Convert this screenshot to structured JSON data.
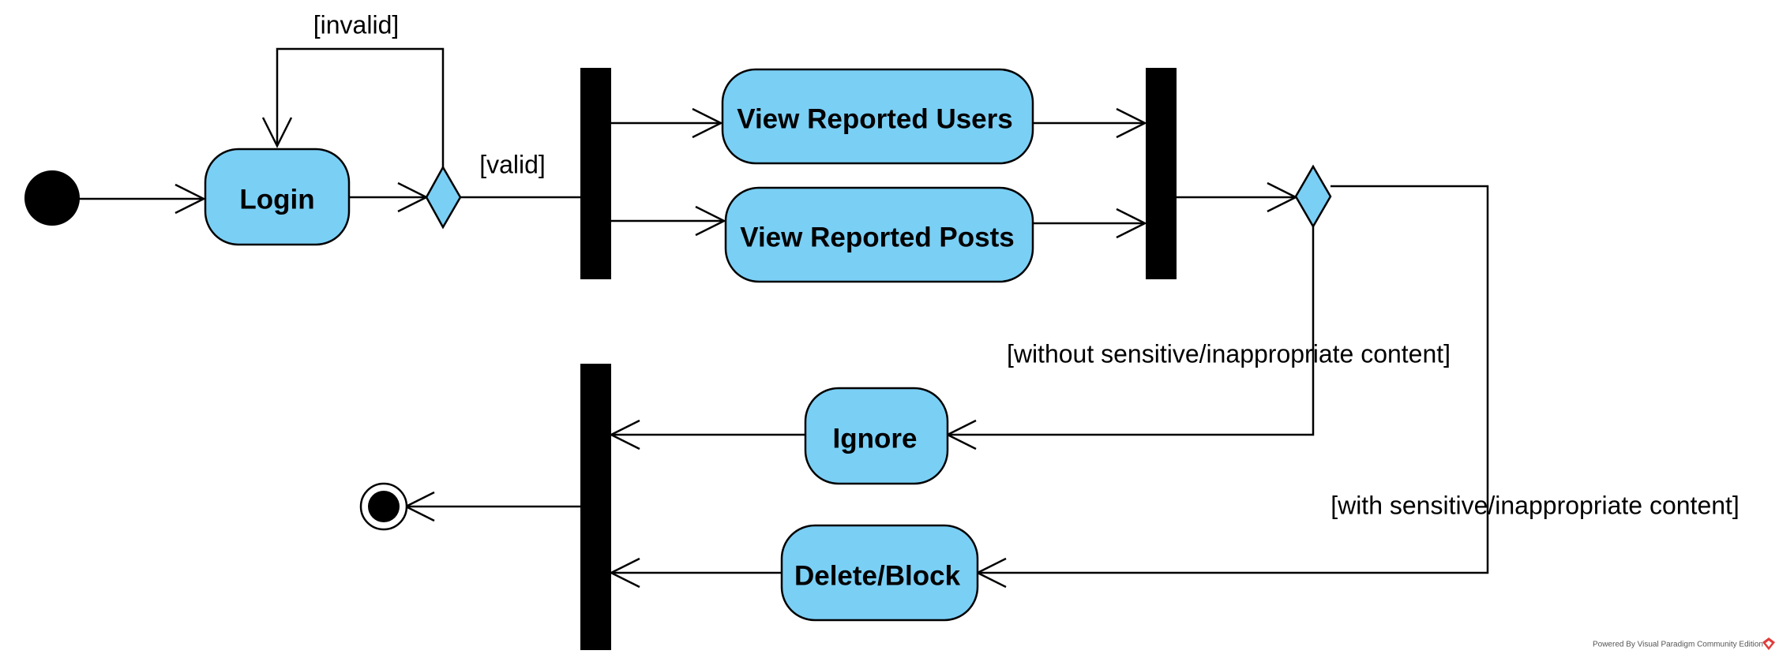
{
  "diagram": {
    "colors": {
      "action_fill": "#7acff5",
      "decision_fill": "#7acff5",
      "node_fill": "#000000",
      "bar_fill": "#000000",
      "line": "#000000"
    },
    "actions": {
      "login": "Login",
      "view_reported_users": "View Reported Users",
      "view_reported_posts": "View Reported Posts",
      "ignore": "Ignore",
      "delete_block": "Delete/Block"
    },
    "guards": {
      "invalid": "[invalid]",
      "valid": "[valid]",
      "without_sensitive": "[without sensitive/inappropriate content]",
      "with_sensitive": "[with sensitive/inappropriate content]"
    },
    "watermark": {
      "text": "Powered By  Visual Paradigm Community Edition",
      "icon": "visual-paradigm-logo-icon"
    }
  }
}
